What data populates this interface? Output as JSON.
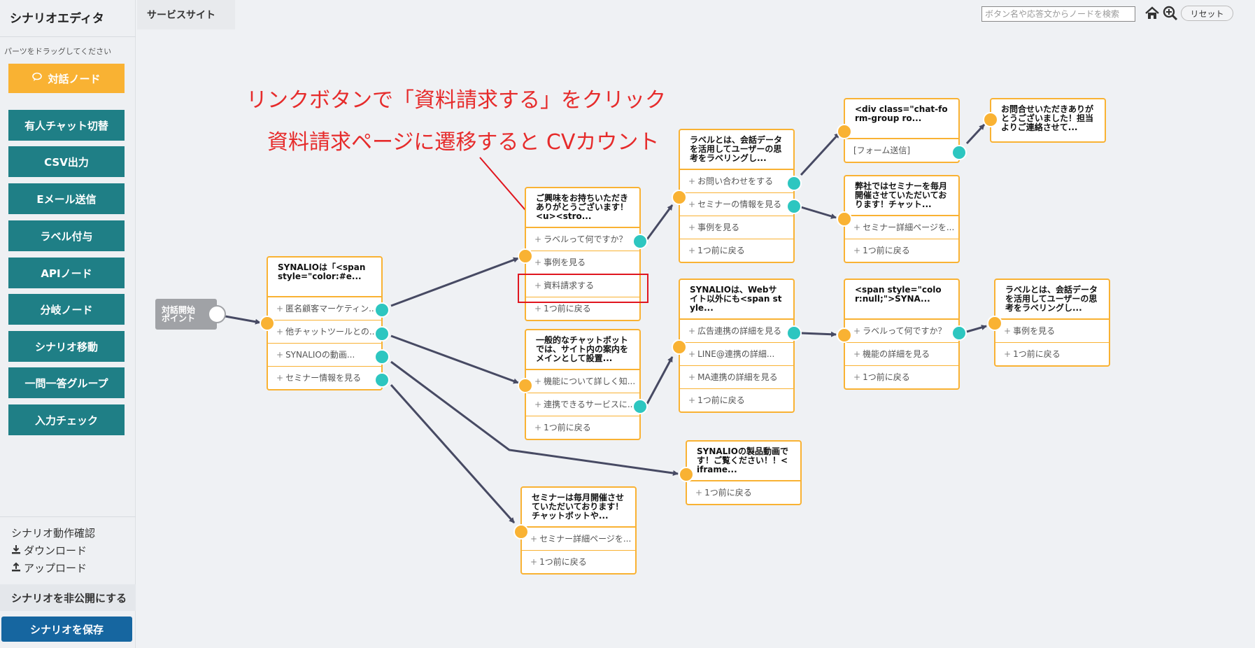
{
  "app": {
    "title": "シナリオエディタ",
    "site_tab": "サービスサイト"
  },
  "sidebar": {
    "hint": "パーツをドラッグしてください",
    "dialog_button": "対話ノード",
    "parts": [
      "有人チャット切替",
      "CSV出力",
      "Eメール送信",
      "ラベル付与",
      "APIノード",
      "分岐ノード",
      "シナリオ移動",
      "一問一答グループ",
      "入力チェック"
    ],
    "check_label": "シナリオ動作確認",
    "download_label": "ダウンロード",
    "upload_label": "アップロード",
    "unpublish_label": "シナリオを非公開にする",
    "save_label": "シナリオを保存"
  },
  "toolbar": {
    "search_placeholder": "ボタン名や応答文からノードを検索",
    "reset_label": "リセット"
  },
  "start_node": {
    "label_line1": "対話開始",
    "label_line2": "ポイント"
  },
  "annotation": {
    "line1": "リンクボタンで「資料請求する」をクリック",
    "line2": "資料請求ページに遷移すると CVカウント"
  },
  "nodes": {
    "n1": {
      "title": "SYNALIOは「<span style=\"color:#e...",
      "choices": [
        "匿名顧客マーケティン...",
        "他チャットツールとの...",
        "SYNALIOの動画...",
        "セミナー情報を見る"
      ]
    },
    "n2": {
      "title": "ご興味をお持ちいただきありがとうございます！<u><stro...",
      "choices": [
        "ラベルって何ですか？",
        "事例を見る",
        "資料請求する",
        "1つ前に戻る"
      ]
    },
    "n3": {
      "title": "一般的なチャットボットでは、サイト内の案内をメインとして設置...",
      "choices": [
        "機能について詳しく知...",
        "連携できるサービスに...",
        "1つ前に戻る"
      ]
    },
    "n4": {
      "title": "セミナーは毎月開催させていただいております！チャットボットや...",
      "choices": [
        "セミナー詳細ページを...",
        "1つ前に戻る"
      ]
    },
    "n5": {
      "title": "ラベルとは、会話データを活用してユーザーの思考をラベリングし...",
      "choices": [
        "お問い合わせをする",
        "セミナーの情報を見る",
        "事例を見る",
        "1つ前に戻る"
      ]
    },
    "n6": {
      "title": "SYNALIOは、Webサイト以外にも<span style...",
      "choices": [
        "広告連携の詳細を見る",
        "LINE@連携の詳細...",
        "MA連携の詳細を見る",
        "1つ前に戻る"
      ]
    },
    "n7": {
      "title": "SYNALIOの製品動画です！ご覧ください！！<iframe...",
      "choices": [
        "1つ前に戻る"
      ]
    },
    "n8": {
      "title": "<div class=\"chat-form-group ro...",
      "choices": [
        "[フォーム送信]"
      ]
    },
    "n9": {
      "title": "弊社ではセミナーを毎月開催させていただいております！チャット...",
      "choices": [
        "セミナー詳細ページを...",
        "1つ前に戻る"
      ]
    },
    "n10": {
      "title": "<span style=\"color:null;\">SYNA...",
      "choices": [
        "ラベルって何ですか？",
        "機能の詳細を見る",
        "1つ前に戻る"
      ]
    },
    "n11": {
      "title": "お問合せいただきありがとうございました！担当よりご連絡させて...",
      "choices": []
    },
    "n12": {
      "title": "ラベルとは、会話データを活用してユーザーの思考をラベリングし...",
      "choices": [
        "事例を見る",
        "1つ前に戻る"
      ]
    }
  },
  "colors": {
    "node_border": "#f9b233",
    "output_dot": "#2dc6c0",
    "part_button": "#1f7f86",
    "save_button": "#1666a0",
    "annotation": "#e62b2b"
  }
}
